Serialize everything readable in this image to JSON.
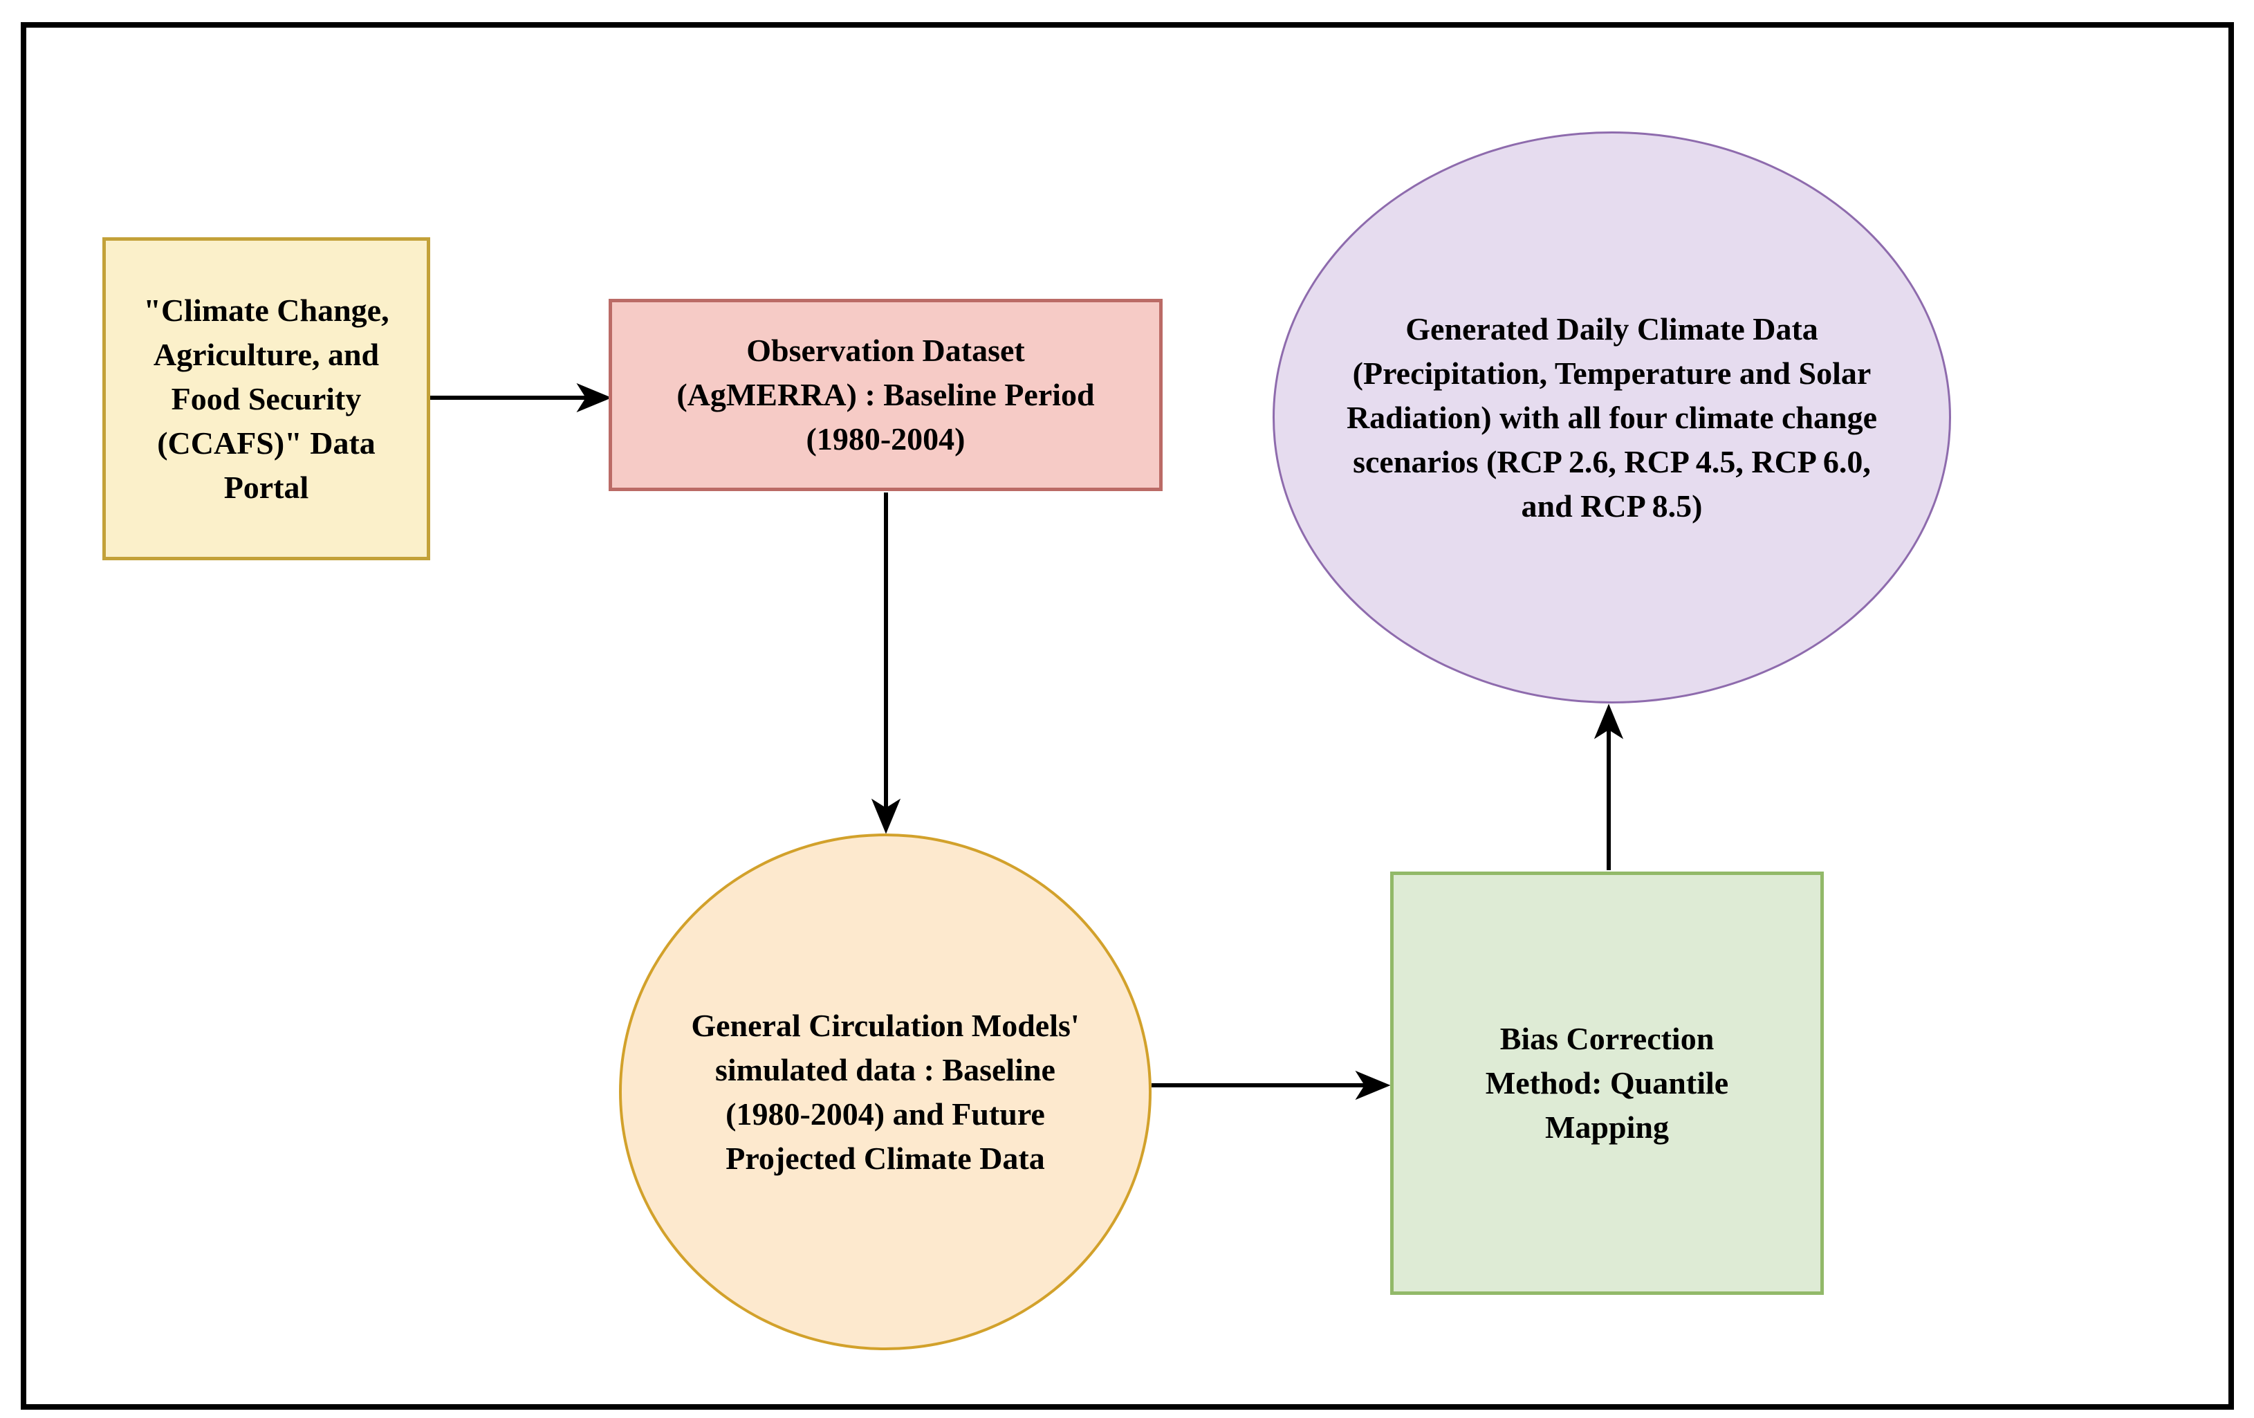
{
  "canvas": {
    "background": "#FFFFFF",
    "frame_color": "#000000",
    "arrow_color": "#000000",
    "text_color": "#000000"
  },
  "diagram": {
    "nodes": {
      "ccafs_portal": {
        "shape": "rectangle",
        "label": "\"Climate Change,\nAgriculture, and\nFood Security\n(CCAFS)\" Data\nPortal",
        "fill": "#FBF0CA",
        "border": "#C3A139"
      },
      "observation_dataset": {
        "shape": "rectangle",
        "label": "Observation Dataset\n(AgMERRA) : Baseline Period\n(1980-2004)",
        "fill": "#F6CBC6",
        "border": "#BB6B66"
      },
      "gcm_simulated_data": {
        "shape": "circle",
        "label": "General Circulation Models'\nsimulated data : Baseline\n(1980-2004) and Future\nProjected Climate Data",
        "fill": "#FDE9CE",
        "border": "#D2A12B"
      },
      "bias_correction": {
        "shape": "rectangle",
        "label": "Bias Correction\nMethod: Quantile\nMapping",
        "fill": "#DEEBD5",
        "border": "#92B969"
      },
      "generated_climate_data": {
        "shape": "ellipse",
        "label": "Generated Daily Climate Data\n(Precipitation, Temperature and Solar\nRadiation) with all four climate change\nscenarios (RCP 2.6, RCP 4.5, RCP 6.0,\nand RCP 8.5)",
        "fill": "#E6DCEF",
        "border": "#8E6BAD"
      }
    },
    "edges": [
      {
        "from": "ccafs_portal",
        "to": "observation_dataset",
        "direction": "right"
      },
      {
        "from": "observation_dataset",
        "to": "gcm_simulated_data",
        "direction": "down"
      },
      {
        "from": "gcm_simulated_data",
        "to": "bias_correction",
        "direction": "right"
      },
      {
        "from": "bias_correction",
        "to": "generated_climate_data",
        "direction": "up"
      }
    ]
  }
}
